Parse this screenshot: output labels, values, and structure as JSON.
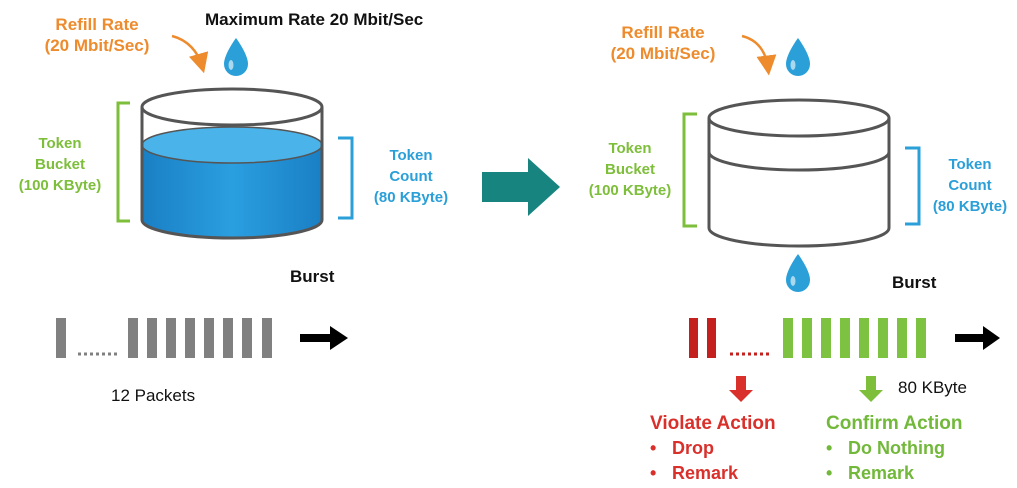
{
  "left": {
    "refill_rate_line1": "Refill Rate",
    "refill_rate_line2": "(20 Mbit/Sec)",
    "max_rate": "Maximum Rate 20 Mbit/Sec",
    "bucket_line1": "Token",
    "bucket_line2": "Bucket",
    "bucket_line3": "(100 KByte)",
    "count_line1": "Token",
    "count_line2": "Count",
    "count_line3": "(80 KByte)",
    "burst": "Burst",
    "packets": "12 Packets",
    "fill_fraction": 0.8
  },
  "right": {
    "refill_rate_line1": "Refill Rate",
    "refill_rate_line2": "(20 Mbit/Sec)",
    "bucket_line1": "Token",
    "bucket_line2": "Bucket",
    "bucket_line3": "(100 KByte)",
    "count_line1": "Token",
    "count_line2": "Count",
    "count_line3": "(80 KByte)",
    "burst": "Burst",
    "size": "80 KByte",
    "violate": {
      "title": "Violate Action",
      "items": [
        "Drop",
        "Remark"
      ]
    },
    "confirm": {
      "title": "Confirm Action",
      "items": [
        "Do Nothing",
        "Remark"
      ]
    }
  },
  "colors": {
    "orange": "#ed8b2d",
    "green": "#7dbe3a",
    "blue": "#2a9fd8",
    "water": "#1f8fd6",
    "red": "#d9302b",
    "teal": "#17847f",
    "gray": "#808080"
  },
  "icons": [
    "water-drop-icon",
    "curved-arrow-icon",
    "bracket-icon",
    "right-arrow-icon",
    "down-arrow-icon"
  ]
}
